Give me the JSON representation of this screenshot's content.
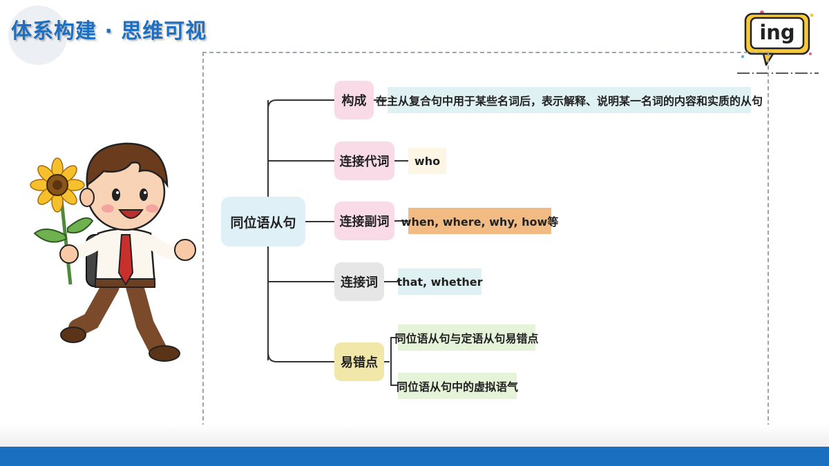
{
  "header": {
    "title": "体系构建 · 思维可视"
  },
  "badge": {
    "text": "ing"
  },
  "mindmap": {
    "root": "同位语从句",
    "branches": [
      {
        "label": "构成",
        "color": "#f9dbe7",
        "items": [
          "在主从复合句中用于某些名词后，表示解释、说明某一名词的内容和实质的从句"
        ]
      },
      {
        "label": "连接代词",
        "color": "#f9dbe7",
        "items": [
          "who"
        ]
      },
      {
        "label": "连接副词",
        "color": "#f9dbe7",
        "items": [
          "when, where, why, how等"
        ]
      },
      {
        "label": "连接词",
        "color": "#e6e6e6",
        "items": [
          "that, whether"
        ]
      },
      {
        "label": "易错点",
        "color": "#f1e7a9",
        "items": [
          "同位语从句与定语从句易错点",
          "同位语从句中的虚拟语气"
        ]
      }
    ]
  },
  "illustration": {
    "subject": "boy-holding-sunflower"
  },
  "colors": {
    "title": "#1e6fc0",
    "footer": "#1a6fc0",
    "frame": "#9ea4ab",
    "accent_yellow": "#f5c93b"
  }
}
